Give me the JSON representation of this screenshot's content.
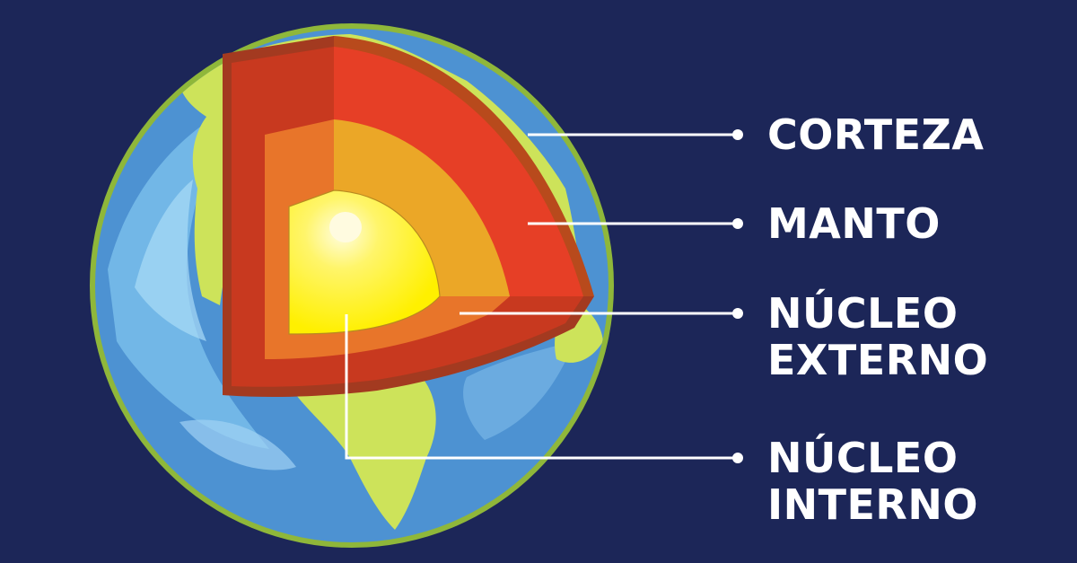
{
  "labels": {
    "crust": "CORTEZA",
    "mantle": "MANTO",
    "outer_core_line1": "NÚCLEO",
    "outer_core_line2": "EXTERNO",
    "inner_core_line1": "NÚCLEO",
    "inner_core_line2": "INTERNO"
  },
  "colors": {
    "background": "#1c2658",
    "ocean": "#4d92d2",
    "land": "#cde35a",
    "crust": "#a33a20",
    "mantle": "#e63f26",
    "outer_core": "#eba727",
    "inner_core": "#fff000",
    "leader_line": "#ffffff"
  }
}
